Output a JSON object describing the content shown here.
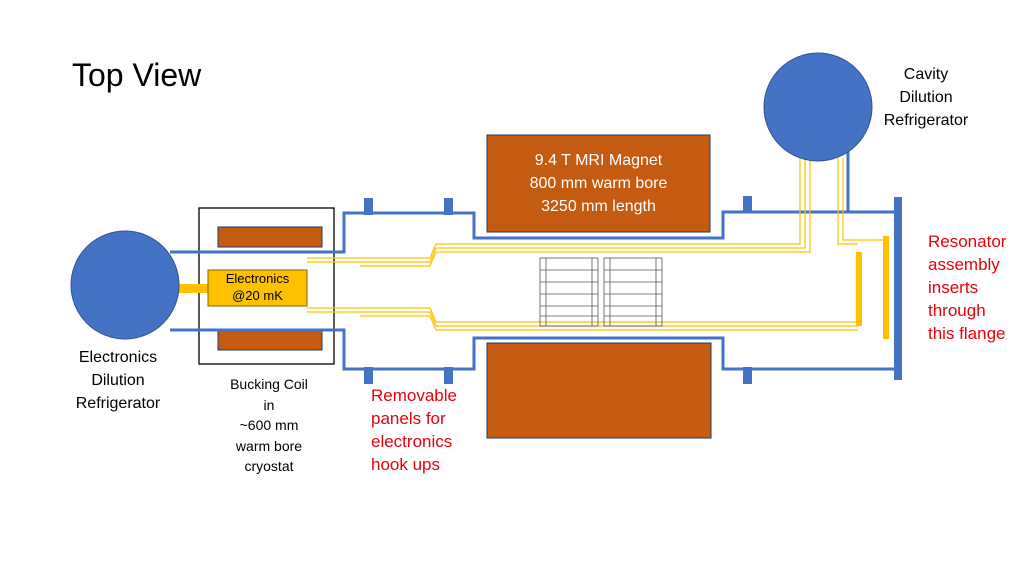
{
  "title": "Top View",
  "labels": {
    "cavity_fridge": [
      "Cavity",
      "Dilution",
      "Refrigerator"
    ],
    "mri_magnet": [
      "9.4 T MRI Magnet",
      "800 mm warm bore",
      "3250 mm length"
    ],
    "electronics_box": [
      "Electronics",
      "@20 mK"
    ],
    "electronics_fridge": [
      "Electronics",
      "Dilution",
      "Refrigerator"
    ],
    "bucking_coil": [
      "Bucking Coil",
      "in",
      "~600 mm",
      "warm bore",
      "cryostat"
    ],
    "removable_panels": [
      "Removable",
      "panels for",
      "electronics",
      "hook ups"
    ],
    "resonator_assembly": [
      "Resonator",
      "assembly",
      "inserts",
      "through",
      "this flange"
    ]
  },
  "colors": {
    "fridge_blue": "#4472c4",
    "magnet_orange": "#c55a11",
    "wire_yellow": "#ffc000",
    "annotation_red": "#e8000b"
  }
}
